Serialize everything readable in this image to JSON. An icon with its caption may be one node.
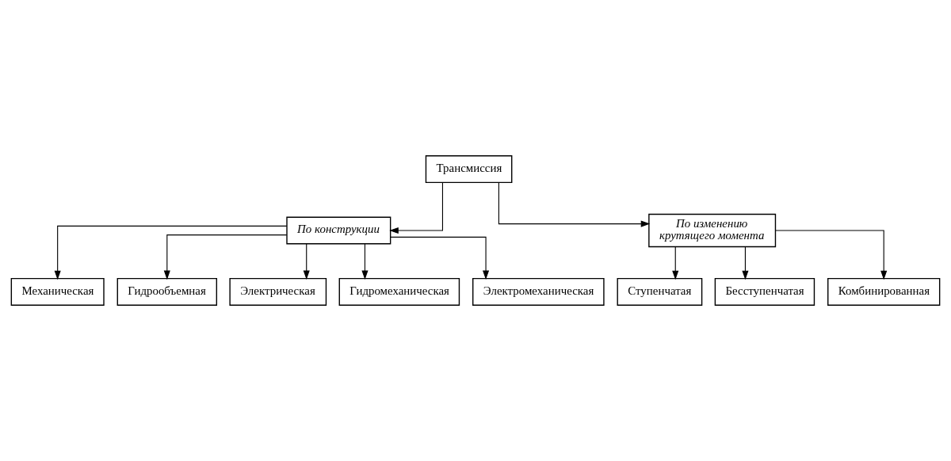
{
  "diagram": {
    "nodes": [
      {
        "text": [
          "Трансмиссия"
        ]
      },
      {
        "text": [
          "По конструкции"
        ]
      },
      {
        "text": [
          "По изменению крутящего момента"
        ]
      },
      {
        "text": [
          "Механическая"
        ]
      },
      {
        "text": [
          "Гидрообъемная"
        ]
      },
      {
        "text": [
          "Электрическая"
        ]
      },
      {
        "text": [
          "Гидромеханическая"
        ]
      },
      {
        "text": [
          "Электромеханическая"
        ]
      },
      {
        "text": [
          "Ступенчатая"
        ]
      },
      {
        "text": [
          "Бесступенчатая"
        ]
      },
      {
        "text": [
          "Комбинированная"
        ]
      }
    ],
    "edges": [
      {
        "from": 0,
        "to": 1,
        "arrow": "to"
      },
      {
        "from": 0,
        "to": 2,
        "arrow": "to"
      },
      {
        "from": 1,
        "to": 3,
        "arrow": "to"
      },
      {
        "from": 1,
        "to": 4,
        "arrow": "to"
      },
      {
        "from": 1,
        "to": 5,
        "arrow": "to"
      },
      {
        "from": 1,
        "to": 6,
        "arrow": "to"
      },
      {
        "from": 1,
        "to": 7,
        "arrow": "to"
      },
      {
        "from": 2,
        "to": 8,
        "arrow": "to"
      },
      {
        "from": 2,
        "to": 9,
        "arrow": "to"
      },
      {
        "from": 2,
        "to": 10,
        "arrow": "to"
      }
    ]
  }
}
